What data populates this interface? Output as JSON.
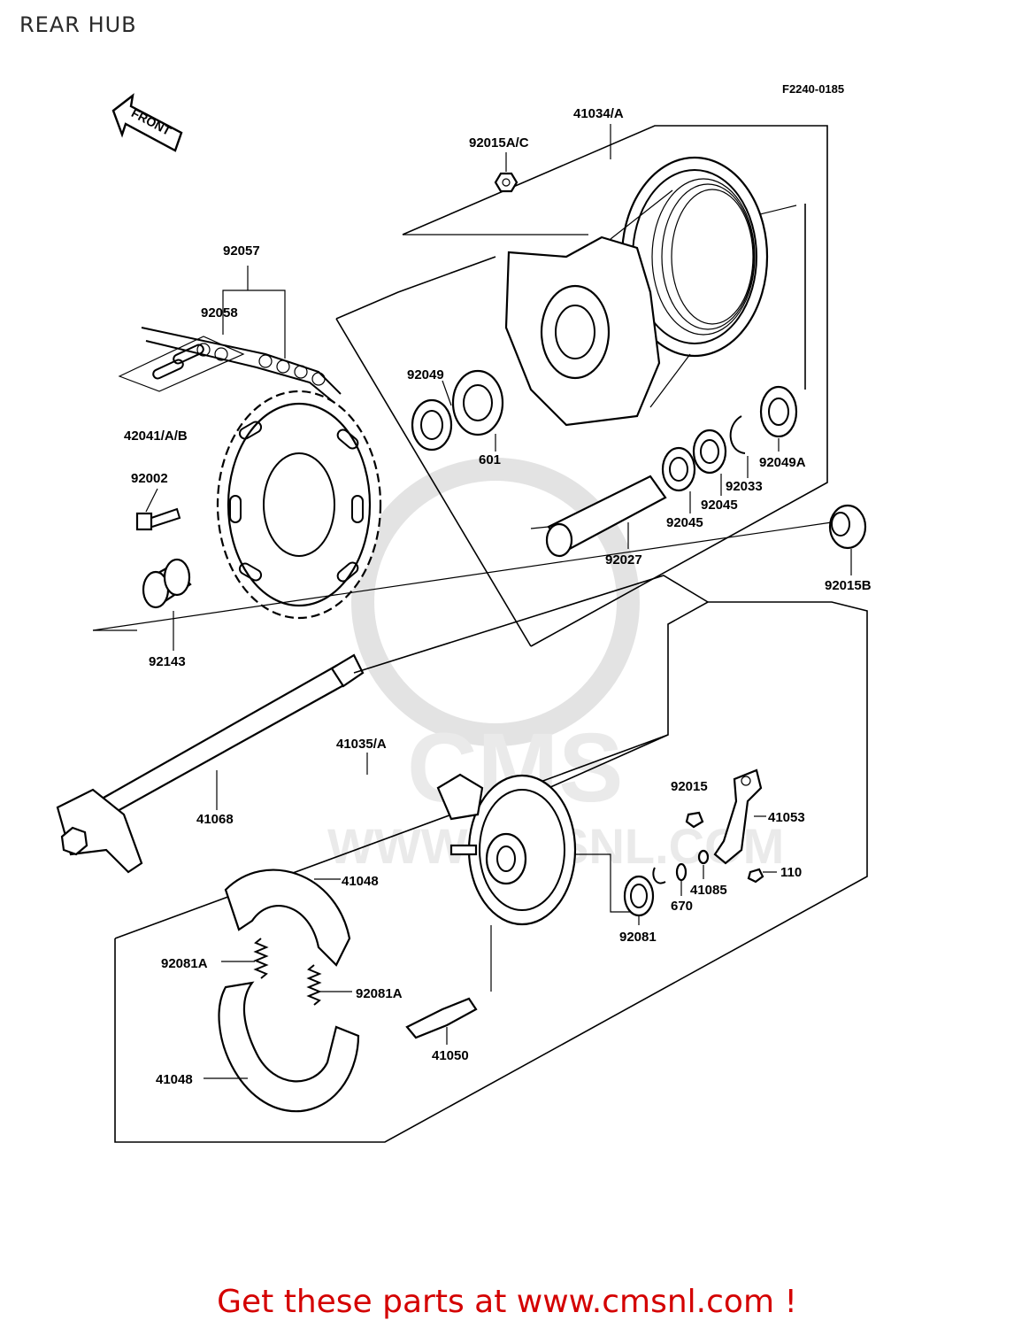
{
  "page": {
    "title": "REAR HUB",
    "footer": "Get these parts at www.cmsnl.com !"
  },
  "diagram": {
    "code": "F2240-0185",
    "front_label": "FRONT",
    "watermark": {
      "brand": "CMS",
      "url": "WWW.CMSNL.COM"
    },
    "labels": {
      "p41034A": "41034/A",
      "p92015AC": "92015A/C",
      "p92057": "92057",
      "p92058": "92058",
      "p92049": "92049",
      "p601": "601",
      "p42041AB": "42041/A/B",
      "p92049A": "92049A",
      "p92033": "92033",
      "p92045a": "92045",
      "p92045b": "92045",
      "p92002": "92002",
      "p92027": "92027",
      "p92015B": "92015B",
      "p92143": "92143",
      "p41035A": "41035/A",
      "p41068": "41068",
      "p92015": "92015",
      "p41053": "41053",
      "p41048a": "41048",
      "p110": "110",
      "p41085": "41085",
      "p670": "670",
      "p92081": "92081",
      "p92081Aa": "92081A",
      "p92081Ab": "92081A",
      "p41050": "41050",
      "p41048b": "41048"
    }
  }
}
